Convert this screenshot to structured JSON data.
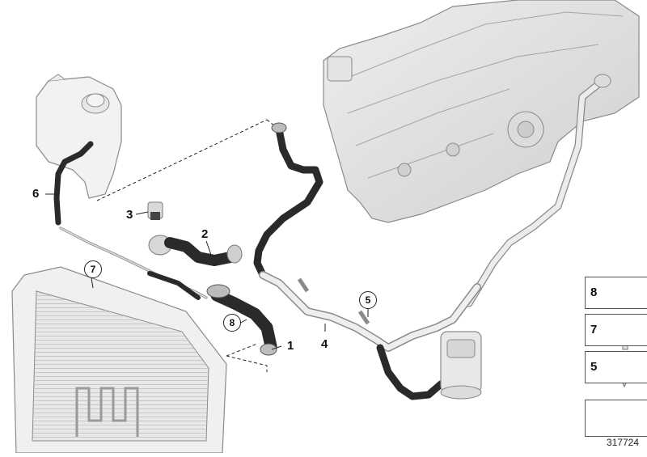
{
  "callouts": {
    "c1": "1",
    "c2": "2",
    "c3": "3",
    "c4": "4",
    "c5": "5",
    "c6": "6",
    "c7": "7",
    "c8": "8"
  },
  "legend": {
    "items": [
      "8",
      "7",
      "5"
    ]
  },
  "diagram_id": "317724",
  "colors": {
    "hose": "#2a2a2a",
    "engine": "#d6d6d6",
    "pipe": "#e6e6e6",
    "outline": "#8a8a8a"
  }
}
